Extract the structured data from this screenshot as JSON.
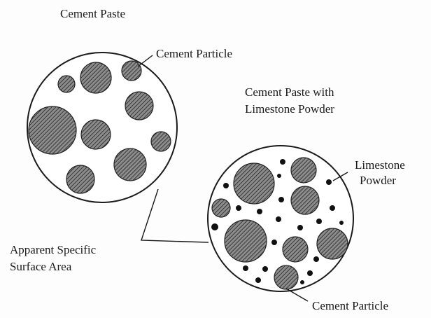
{
  "diagram": {
    "title": "Cement Paste",
    "panel_title_line1": "Cement Paste with",
    "panel_title_line2": "Limestone Powder",
    "label_cement_particle_top": "Cement Particle",
    "label_limestone_line1": "Limestone",
    "label_limestone_line2": "Powder",
    "label_apparent_line1": "Apparent Specific",
    "label_apparent_line2": "Surface Area",
    "label_cement_particle_bottom": "Cement Particle"
  }
}
